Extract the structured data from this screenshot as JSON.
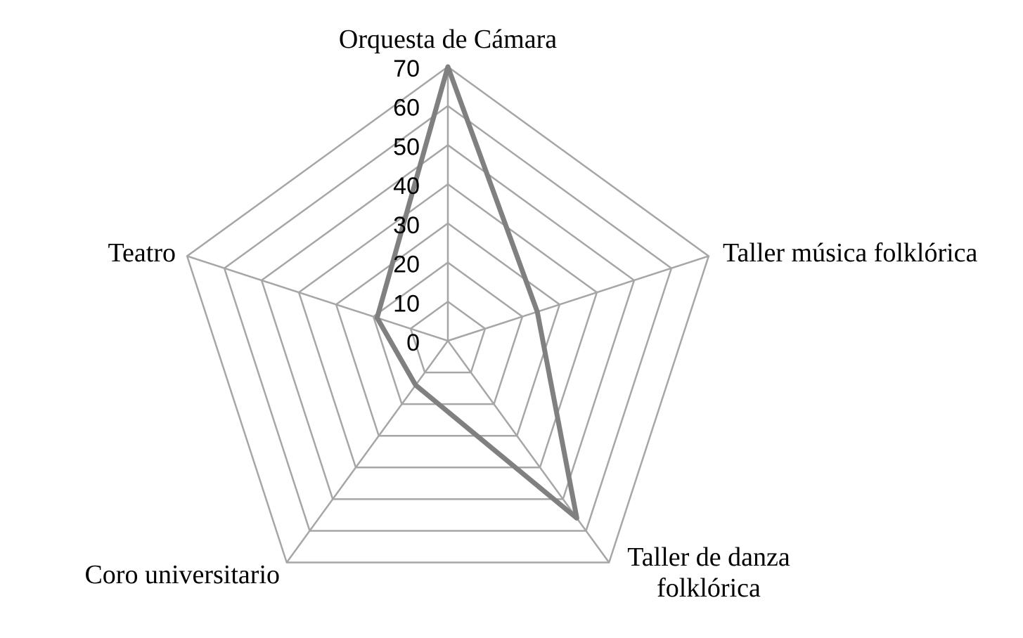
{
  "chart_data": {
    "type": "radar",
    "title": "",
    "categories": [
      "Orquesta de Cámara",
      "Taller música folklórica",
      "Taller de danza folklórica",
      "Coro universitario",
      "Teatro"
    ],
    "category_lines": [
      [
        "Orquesta de Cámara"
      ],
      [
        "Taller música folklórica"
      ],
      [
        "Taller de danza",
        "folklórica"
      ],
      [
        "Coro universitario"
      ],
      [
        "Teatro"
      ]
    ],
    "series": [
      {
        "values": [
          70,
          24,
          56,
          14,
          19
        ],
        "color": "#808080"
      }
    ],
    "rlim": [
      0,
      70
    ],
    "ticks": [
      "0",
      "10",
      "20",
      "30",
      "40",
      "50",
      "60",
      "70"
    ],
    "grid": true,
    "grid_color": "#a6a6a6"
  }
}
